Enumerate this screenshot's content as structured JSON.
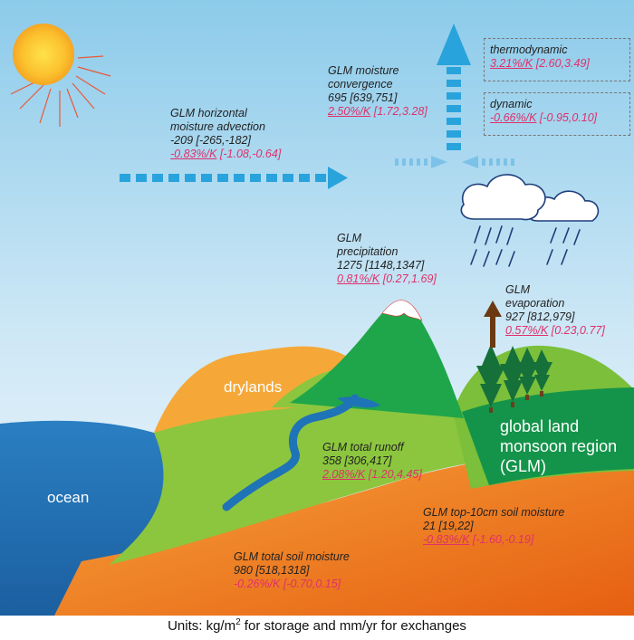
{
  "advection": {
    "title1": "GLM horizontal",
    "title2": "moisture advection",
    "value": "-209 [-265,-182]",
    "trend_pct": "-0.83%/K",
    "trend_range": "[-1.08,-0.64]"
  },
  "convergence": {
    "title1": "GLM moisture",
    "title2": "convergence",
    "value": "695 [639,751]",
    "trend_pct": "2.50%/K",
    "trend_range": "[1.72,3.28]"
  },
  "thermodynamic": {
    "title": "thermodynamic",
    "trend_pct": "3.21%/K",
    "trend_range": "[2.60,3.49]"
  },
  "dynamic": {
    "title": "dynamic",
    "trend_pct": "-0.66%/K",
    "trend_range": "[-0.95,0.10]"
  },
  "precipitation": {
    "title1": "GLM",
    "title2": "precipitation",
    "value": "1275 [1148,1347]",
    "trend_pct": "0.81%/K",
    "trend_range": "[0.27,1.69]"
  },
  "evaporation": {
    "title1": "GLM",
    "title2": "evaporation",
    "value": "927 [812,979]",
    "trend_pct": "0.57%/K",
    "trend_range": "[0.23,0.77]"
  },
  "runoff": {
    "title": "GLM total runoff",
    "value": "358 [306,417]",
    "trend_pct": "2.08%/K",
    "trend_range": "[1.20,4.45]"
  },
  "top_soil": {
    "title": "GLM top-10cm soil moisture",
    "value": "21 [19,22]",
    "trend_pct": "-0.83%/K",
    "trend_range": "[-1.60,-0.19]"
  },
  "total_soil": {
    "title": "GLM total soil moisture",
    "value": "980 [518,1318]",
    "trend": "-0.26%/K [-0.70,0.15]"
  },
  "regions": {
    "drylands": "drylands",
    "ocean": "ocean",
    "monsoon1": "global land",
    "monsoon2": "monsoon region",
    "monsoon3": "(GLM)"
  },
  "units": {
    "prefix": "Units: kg/m",
    "sup": "2",
    "suffix": " for storage and mm/yr for exchanges"
  },
  "colors": {
    "sky_top": "#8ccbea",
    "sky_bottom": "#eef7fc",
    "arrow": "#29a3dc",
    "ocean": "#1f73b7",
    "soil_top": "#f08a1c",
    "soil_bottom": "#e86a12",
    "hill_light": "#8cc63e",
    "mountain": "#1fa64a",
    "drylands": "#f5a838",
    "trend_red": "#e0306a"
  }
}
